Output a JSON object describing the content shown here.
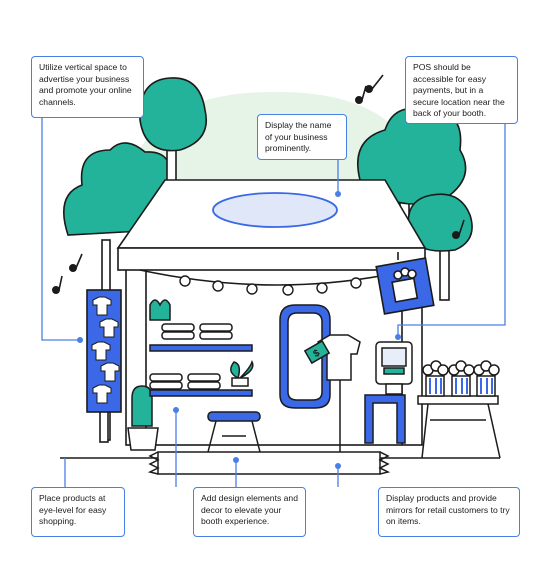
{
  "callouts": {
    "vertical_space": "Utilize vertical space to advertise your business and promote your online channels.",
    "business_name": "Display the name of your business prominently.",
    "pos": "POS should be accessible for easy payments, but in a secure location near the back of your booth.",
    "eye_level": "Place products at eye-level for easy shopping.",
    "decor": "Add design elements and decor to elevate your booth experience.",
    "mirrors": "Display products and provide mirrors for retail customers to try on items."
  },
  "price_tag": "$",
  "colors": {
    "accent_blue": "#3a68e6",
    "callout_border": "#4a7fe6",
    "leaf_teal": "#22b39a",
    "background_green": "#e6f4e8",
    "ink": "#1b1b1b"
  }
}
